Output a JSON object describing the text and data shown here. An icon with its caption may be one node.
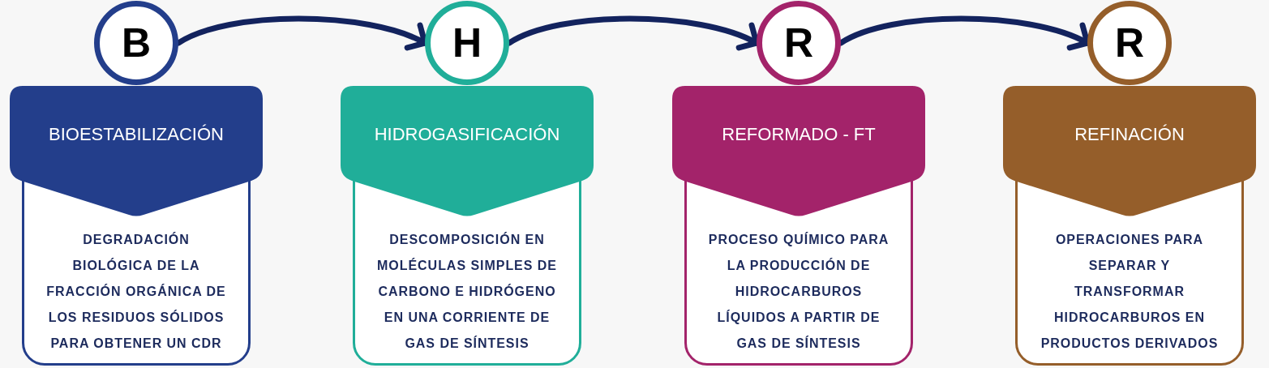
{
  "diagram": {
    "nodes": [
      {
        "text": [
          "BIOESTABILIZACIÓN",
          "DEGRADACIÓN BIOLÓGICA DE LA FRACCIÓN ORGÁNICA DE LOS RESIDUOS SÓLIDOS PARA OBTENER UN CDR"
        ]
      },
      {
        "text": [
          "B"
        ]
      },
      {
        "text": [
          "HIDROGASIFICACIÓN",
          "DESCOMPOSICIÓN EN MOLÉCULAS SIMPLES DE CARBONO E HIDRÓGENO EN UNA CORRIENTE DE GAS DE SÍNTESIS"
        ]
      },
      {
        "text": [
          "H"
        ]
      },
      {
        "text": [
          "REFORMADO - FT",
          "PROCESO QUÍMICO PARA LA PRODUCCIÓN DE HIDROCARBUROS LÍQUIDOS A PARTIR DE GAS DE SÍNTESIS"
        ]
      },
      {
        "text": [
          "R"
        ]
      },
      {
        "text": [
          "REFINACIÓN",
          "OPERACIONES PARA SEPARAR Y TRANSFORMAR HIDROCARBUROS EN PRODUCTOS DERIVADOS"
        ]
      },
      {
        "text": [
          "R"
        ]
      }
    ],
    "edges": [
      {
        "from": 1,
        "to": 3,
        "arrow": "to"
      },
      {
        "from": 3,
        "to": 5,
        "arrow": "to"
      },
      {
        "from": 5,
        "to": 7,
        "arrow": "to"
      }
    ]
  }
}
